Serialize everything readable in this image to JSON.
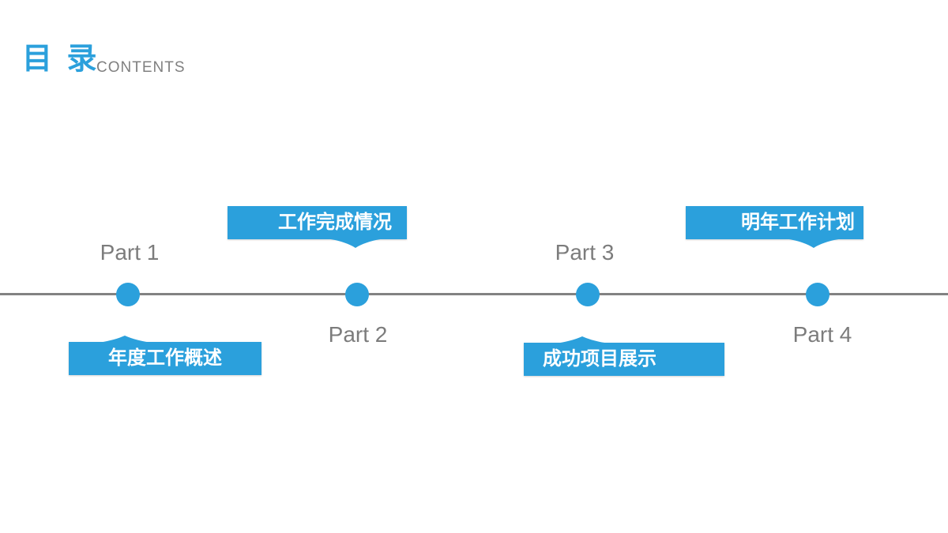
{
  "header": {
    "title_cn": "目 录",
    "title_en": "CONTENTS"
  },
  "colors": {
    "accent_blue": "#2BA0DC",
    "line_gray": "#828282",
    "label_gray": "#7C7C7C",
    "banner_text": "#FFFFFF",
    "background": "#FFFFFF"
  },
  "timeline": {
    "parts": [
      {
        "label": "Part 1",
        "banner": "年度工作概述",
        "banner_position": "below"
      },
      {
        "label": "Part 2",
        "banner": "工作完成情况",
        "banner_position": "above"
      },
      {
        "label": "Part 3",
        "banner": "成功项目展示",
        "banner_position": "below"
      },
      {
        "label": "Part 4",
        "banner": "明年工作计划",
        "banner_position": "above"
      }
    ]
  }
}
